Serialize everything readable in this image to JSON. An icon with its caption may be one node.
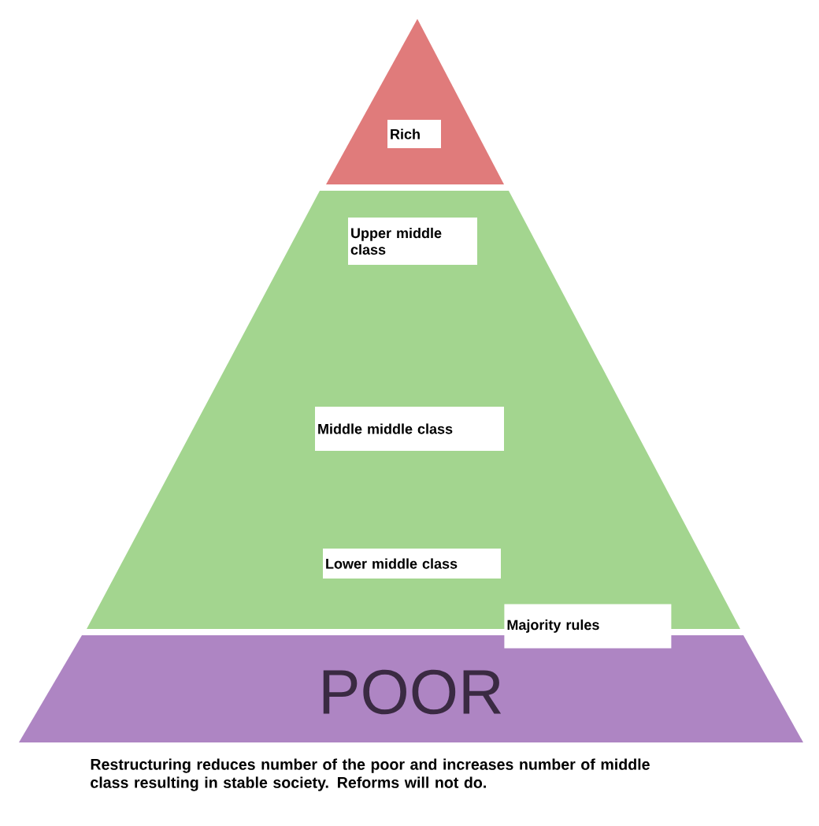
{
  "diagram": {
    "caption": "Restructuring reduces number of the poor and increases number of middle class resulting in stable society. Reforms will not do.",
    "nodes": [
      {
        "text": [],
        "shape": "triangle"
      },
      {
        "text": [],
        "shape": "band"
      },
      {
        "text": [
          "Rich"
        ],
        "in": 0
      },
      {
        "text": [
          "Upper middle class"
        ],
        "in": 1
      },
      {
        "text": [
          "Middle middle class"
        ],
        "in": 1
      },
      {
        "text": [
          "Lower middle class"
        ],
        "in": 1
      },
      {
        "text": [
          "Majority rules"
        ]
      },
      {
        "text": [
          "POOR"
        ]
      }
    ]
  }
}
